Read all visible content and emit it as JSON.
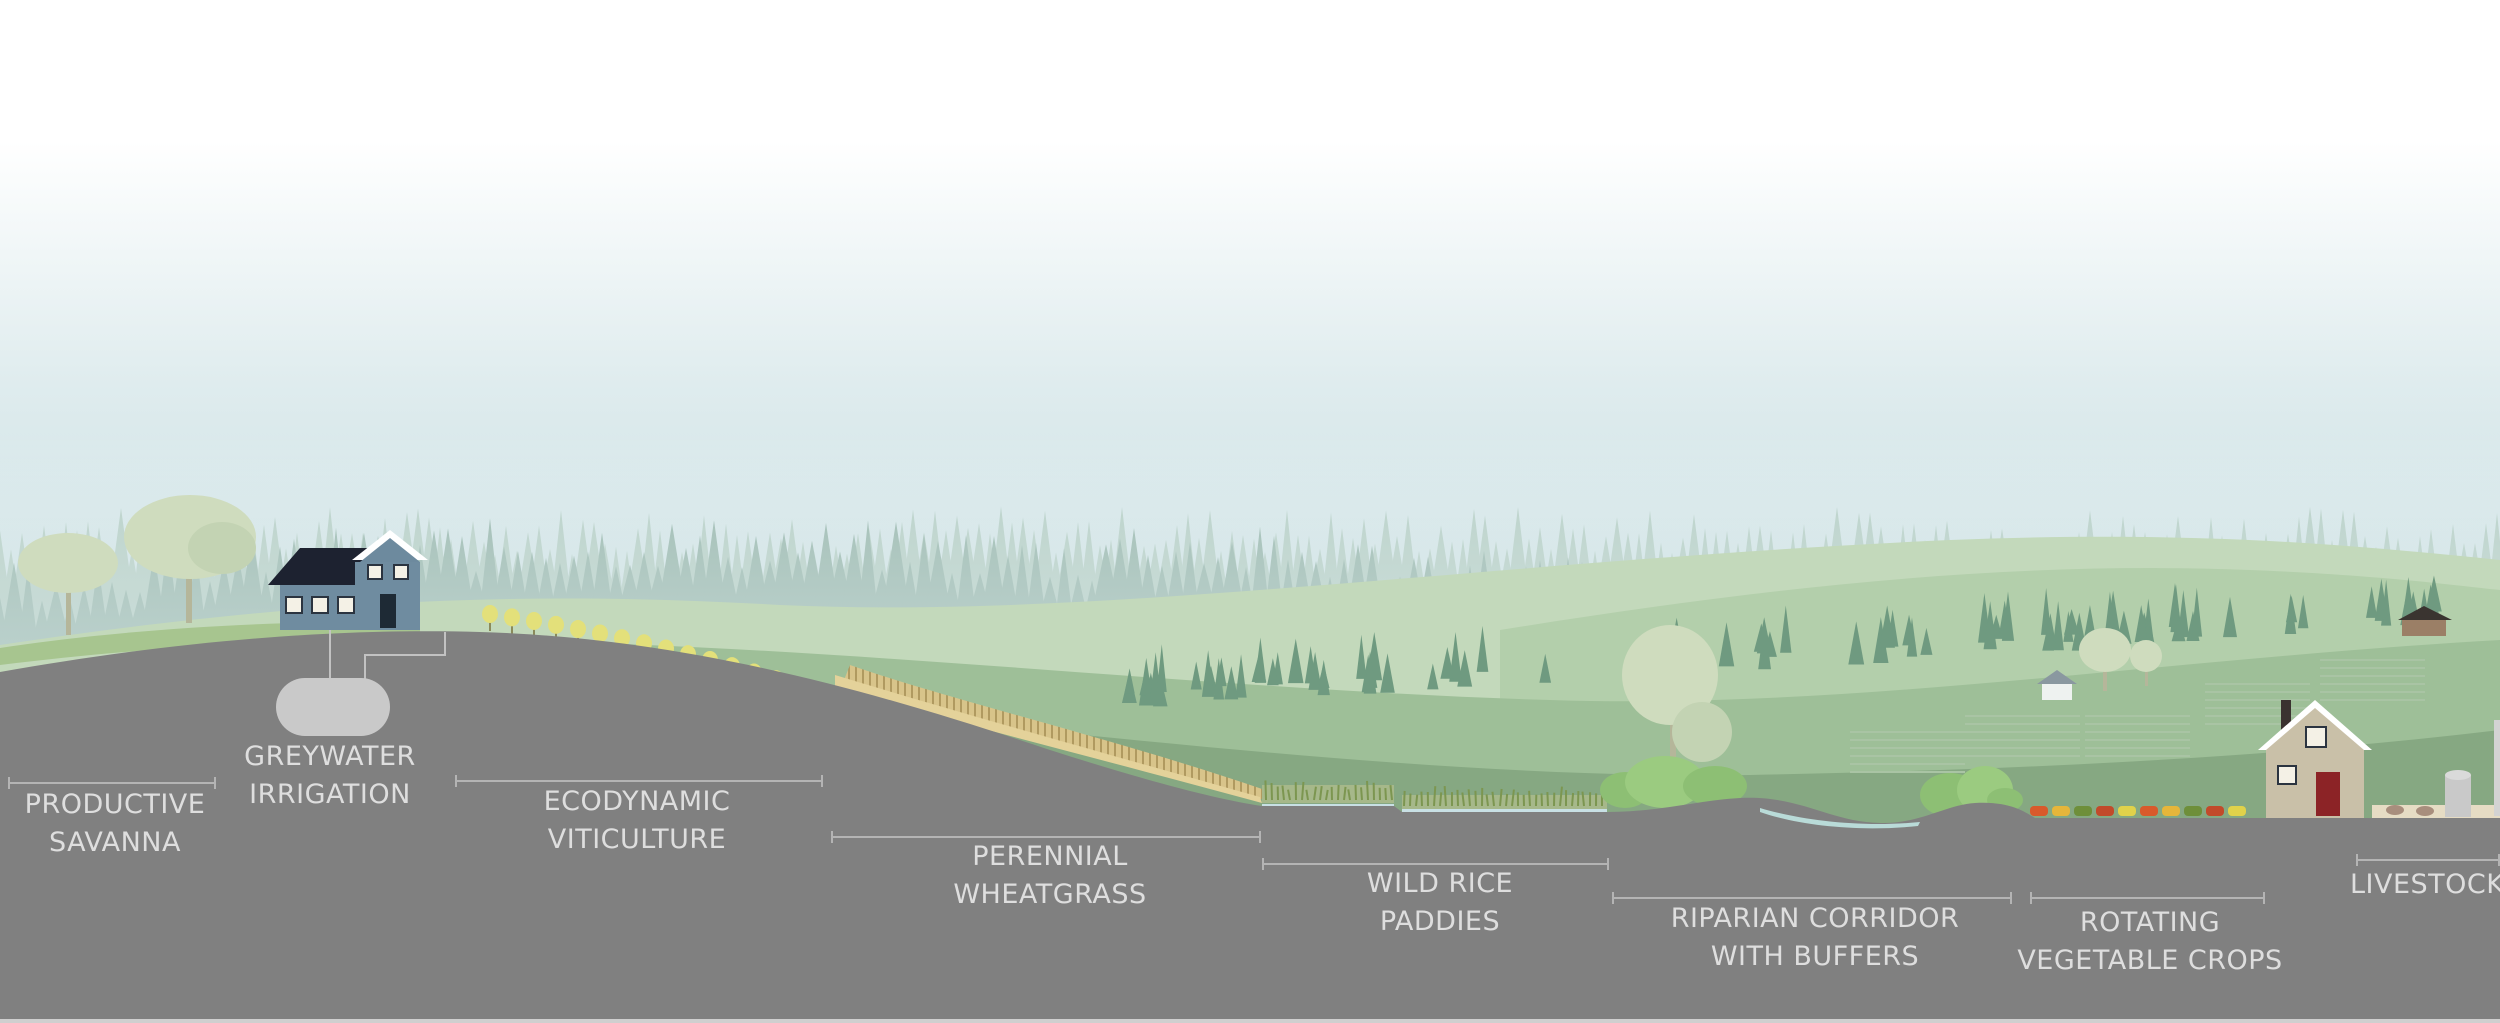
{
  "palette": {
    "sky_top": "#ffffff",
    "sky_bottom": "#cfe3e6",
    "soil": "#808080",
    "label_text": "#dedede",
    "rule": "#b4b4b4"
  },
  "zones": [
    {
      "id": "productive-savanna",
      "lines": [
        "PRODUCTIVE",
        "SAVANNA"
      ]
    },
    {
      "id": "greywater-irrigation",
      "lines": [
        "GREYWATER",
        "IRRIGATION"
      ]
    },
    {
      "id": "ecodynamic-viticulture",
      "lines": [
        "ECODYNAMIC",
        "VITICULTURE"
      ]
    },
    {
      "id": "perennial-wheatgrass",
      "lines": [
        "PERENNIAL",
        "WHEATGRASS"
      ]
    },
    {
      "id": "wild-rice-paddies",
      "lines": [
        "WILD RICE",
        "PADDIES"
      ]
    },
    {
      "id": "riparian-corridor",
      "lines": [
        "RIPARIAN CORRIDOR",
        "WITH BUFFERS"
      ]
    },
    {
      "id": "rotating-vegetable-crops",
      "lines": [
        "ROTATING",
        "VEGETABLE CROPS"
      ]
    },
    {
      "id": "livestock",
      "lines": [
        "LIVESTOCK"
      ]
    }
  ]
}
